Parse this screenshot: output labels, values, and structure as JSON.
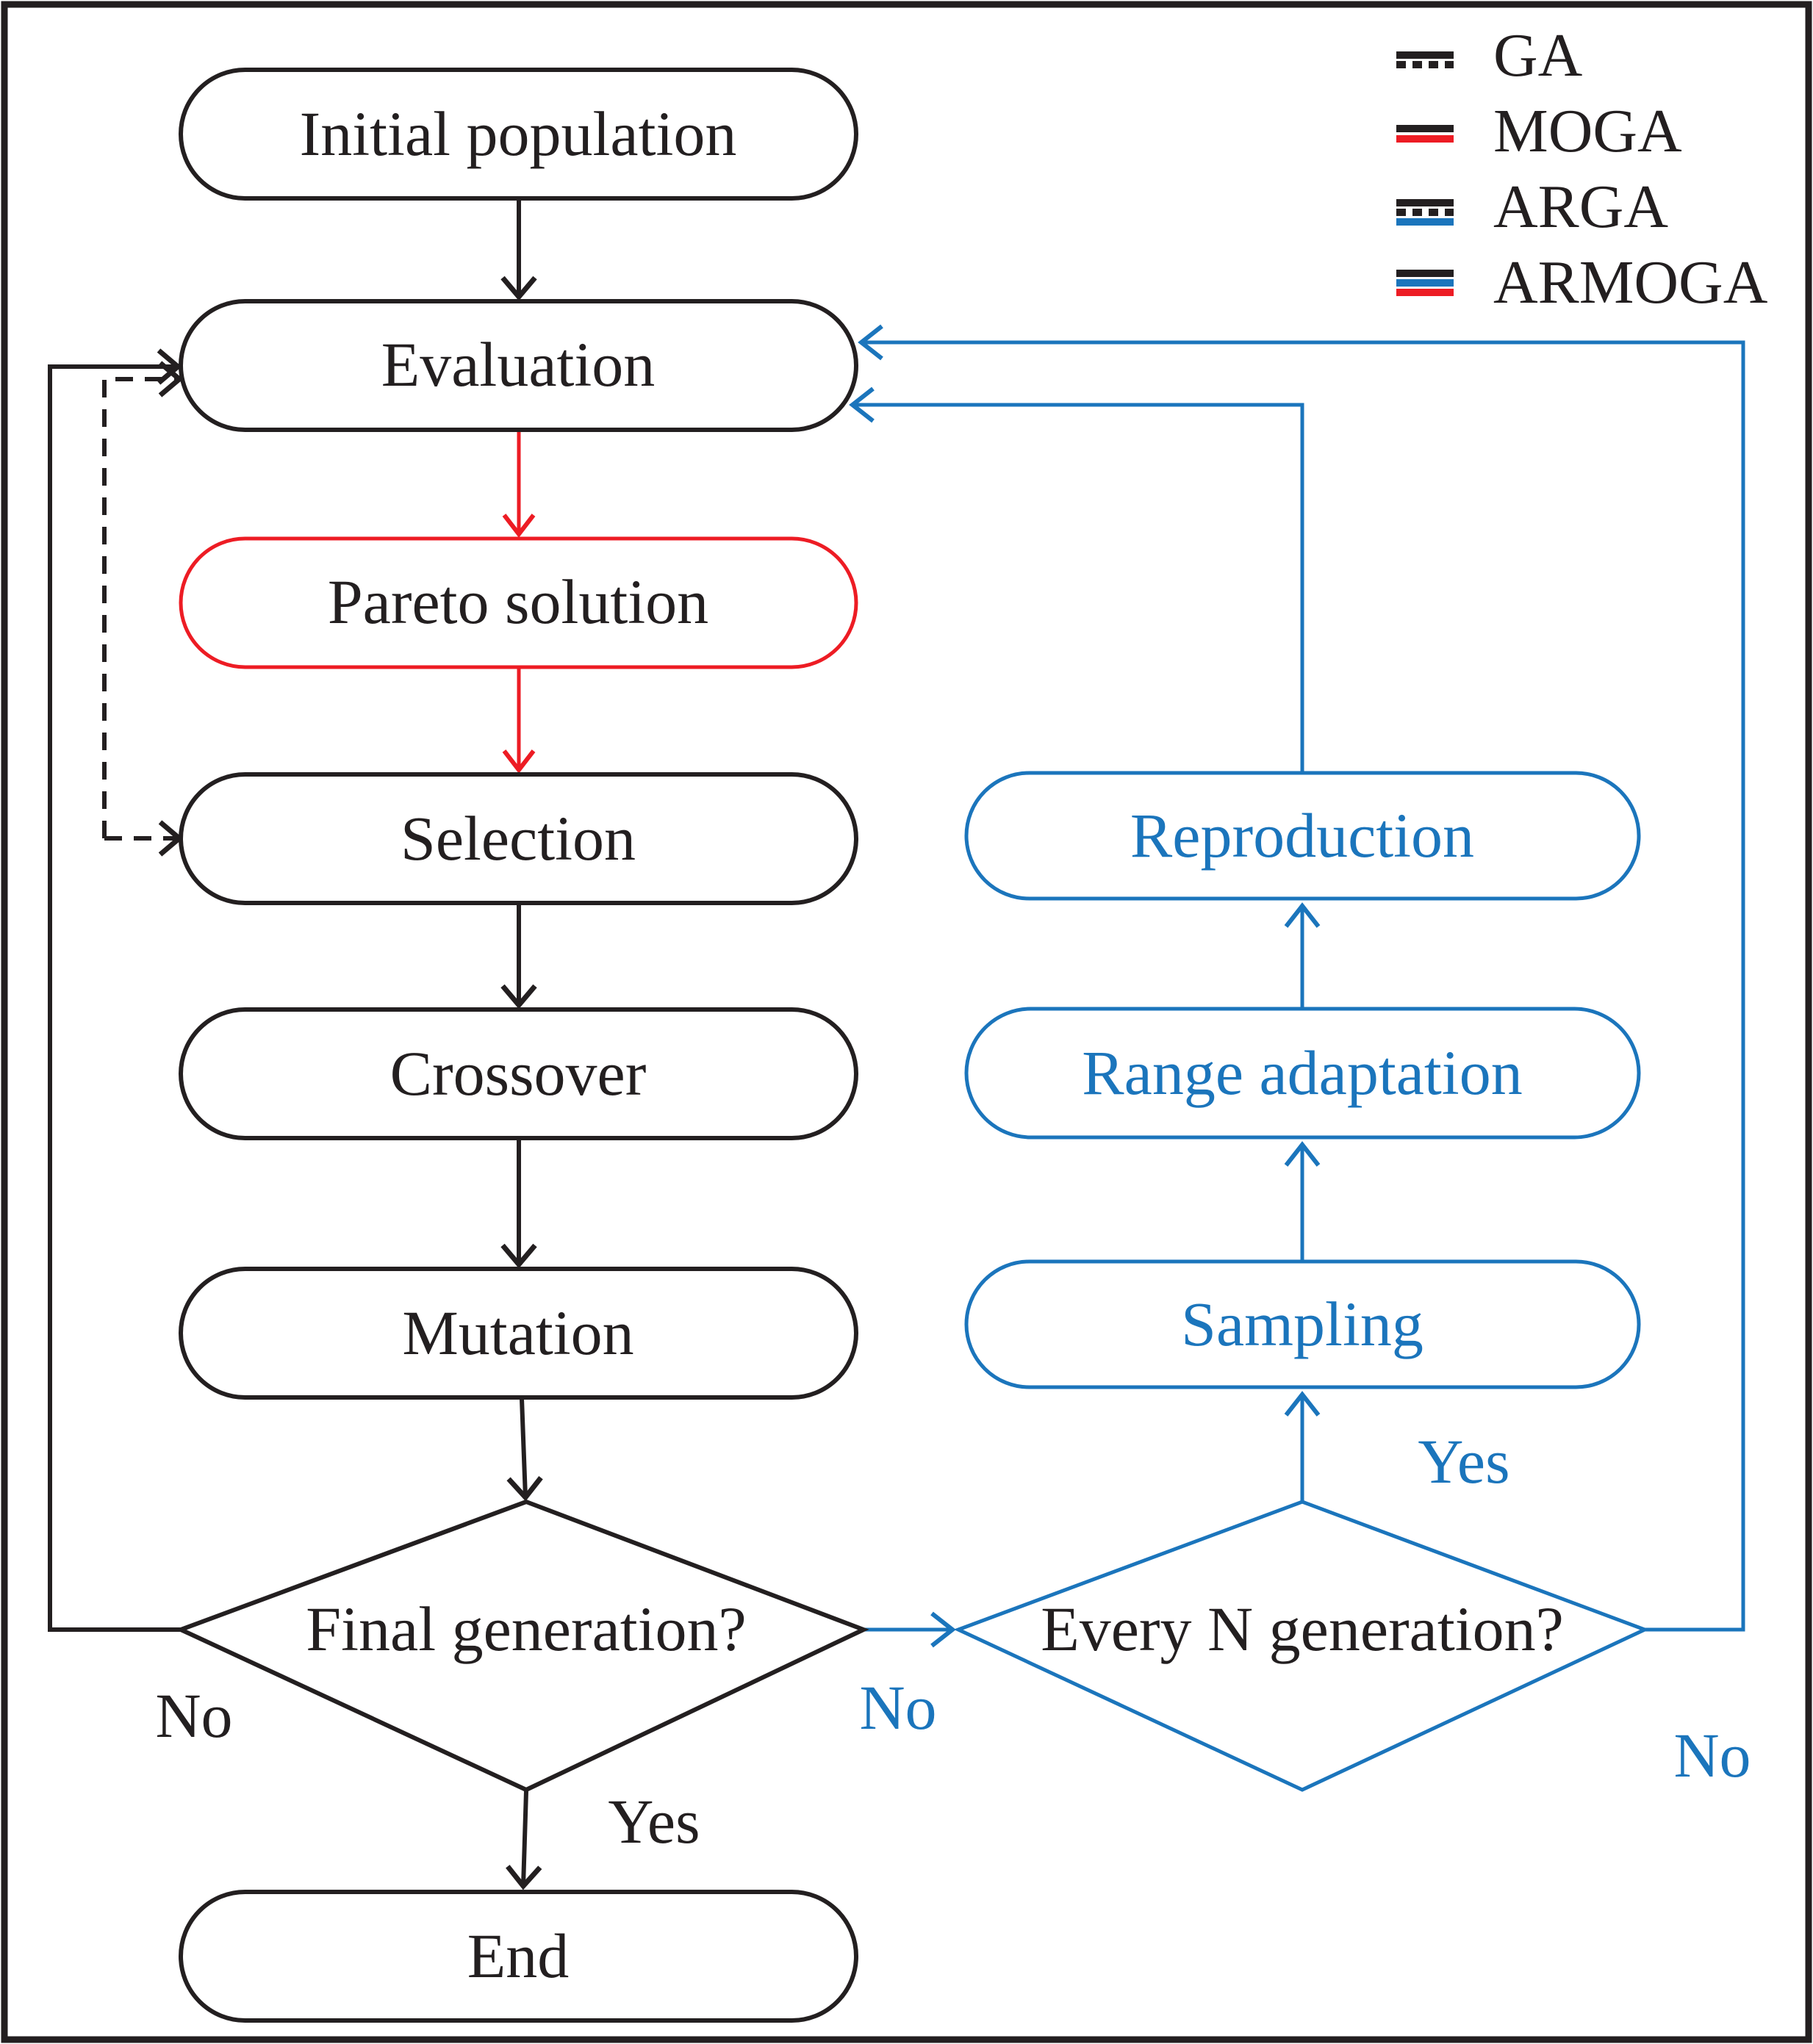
{
  "colors": {
    "black": "#231f20",
    "red": "#ed1c24",
    "blue": "#1b75bc",
    "background": "#ffffff"
  },
  "nodes": {
    "initial_population": {
      "label": "Initial population"
    },
    "evaluation": {
      "label": "Evaluation"
    },
    "pareto_solution": {
      "label": "Pareto solution"
    },
    "selection": {
      "label": "Selection"
    },
    "crossover": {
      "label": "Crossover"
    },
    "mutation": {
      "label": "Mutation"
    },
    "final_generation": {
      "label": "Final generation?"
    },
    "end": {
      "label": "End"
    },
    "reproduction": {
      "label": "Reproduction"
    },
    "range_adaptation": {
      "label": "Range adaptation"
    },
    "sampling": {
      "label": "Sampling"
    },
    "every_n_generation": {
      "label": "Every N generation?"
    }
  },
  "edge_labels": {
    "final_generation_no": "No",
    "final_generation_yes": "Yes",
    "to_every_n_no": "No",
    "every_n_yes": "Yes",
    "every_n_no": "No"
  },
  "legend": {
    "items": [
      {
        "label": "GA",
        "lines": [
          "black-solid-line",
          "black-dashed-line"
        ]
      },
      {
        "label": "MOGA",
        "lines": [
          "black-solid-line",
          "red-solid-line"
        ]
      },
      {
        "label": "ARGA",
        "lines": [
          "black-solid-line",
          "black-dashed-line",
          "blue-solid-line"
        ]
      },
      {
        "label": "ARMOGA",
        "lines": [
          "black-solid-line",
          "blue-solid-line",
          "red-solid-line"
        ]
      }
    ]
  }
}
